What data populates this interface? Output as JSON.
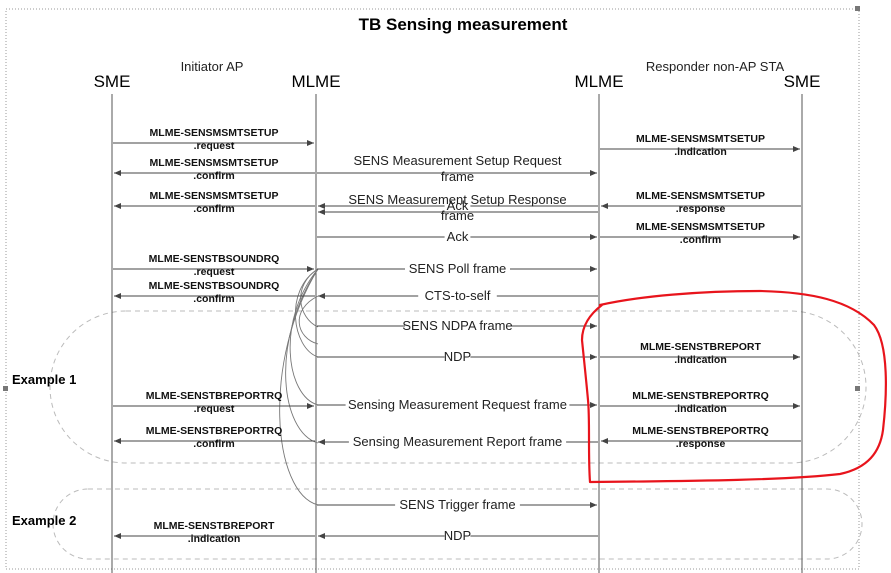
{
  "title": "TB Sensing measurement",
  "groups": {
    "initiator": "Initiator AP",
    "responder": "Responder non-AP STA"
  },
  "entities": [
    "SME",
    "MLME",
    "MLME",
    "SME"
  ],
  "examples": [
    "Example 1",
    "Example 2"
  ],
  "messages": [
    {
      "from": 0,
      "to": 1,
      "lines": [
        "MLME-SENSMSMTSETUP",
        ".request"
      ]
    },
    {
      "from": 1,
      "to": 2,
      "lines": [
        "SENS Measurement Setup Request",
        "frame"
      ]
    },
    {
      "from": 2,
      "to": 3,
      "lines": [
        "MLME-SENSMSMTSETUP",
        ".indication"
      ]
    },
    {
      "from": 1,
      "to": 0,
      "lines": [
        "MLME-SENSMSMTSETUP",
        ".confirm"
      ]
    },
    {
      "from": 2,
      "to": 1,
      "lines": [
        "Ack"
      ]
    },
    {
      "from": 1,
      "to": 0,
      "lines": [
        "MLME-SENSMSMTSETUP",
        ".confirm"
      ]
    },
    {
      "from": 2,
      "to": 1,
      "lines": [
        "SENS Measurement Setup Response",
        "frame"
      ]
    },
    {
      "from": 3,
      "to": 2,
      "lines": [
        "MLME-SENSMSMTSETUP",
        ".response"
      ]
    },
    {
      "from": 1,
      "to": 2,
      "lines": [
        "Ack"
      ]
    },
    {
      "from": 2,
      "to": 3,
      "lines": [
        "MLME-SENSMSMTSETUP",
        ".confirm"
      ]
    },
    {
      "from": 0,
      "to": 1,
      "lines": [
        "MLME-SENSTBSOUNDRQ",
        ".request"
      ]
    },
    {
      "from": 1,
      "to": 2,
      "lines": [
        "SENS Poll frame"
      ]
    },
    {
      "from": 1,
      "to": 0,
      "lines": [
        "MLME-SENSTBSOUNDRQ",
        ".confirm"
      ]
    },
    {
      "from": 2,
      "to": 1,
      "lines": [
        "CTS-to-self"
      ]
    },
    {
      "from": 1,
      "to": 2,
      "lines": [
        "SENS NDPA frame"
      ]
    },
    {
      "from": 1,
      "to": 2,
      "lines": [
        "NDP"
      ]
    },
    {
      "from": 2,
      "to": 3,
      "lines": [
        "MLME-SENSTBREPORT",
        ".indication"
      ]
    },
    {
      "from": 0,
      "to": 1,
      "lines": [
        "MLME-SENSTBREPORTRQ",
        ".request"
      ]
    },
    {
      "from": 1,
      "to": 2,
      "lines": [
        "Sensing Measurement Request frame"
      ]
    },
    {
      "from": 2,
      "to": 3,
      "lines": [
        "MLME-SENSTBREPORTRQ",
        ".indication"
      ]
    },
    {
      "from": 1,
      "to": 0,
      "lines": [
        "MLME-SENSTBREPORTRQ",
        ".confirm"
      ]
    },
    {
      "from": 2,
      "to": 1,
      "lines": [
        "Sensing Measurement Report frame"
      ]
    },
    {
      "from": 3,
      "to": 2,
      "lines": [
        "MLME-SENSTBREPORTRQ",
        ".response"
      ]
    },
    {
      "from": 1,
      "to": 2,
      "lines": [
        "SENS Trigger frame"
      ]
    },
    {
      "from": 1,
      "to": 0,
      "lines": [
        "MLME-SENSTBREPORT",
        ".indication"
      ]
    },
    {
      "from": 2,
      "to": 1,
      "lines": [
        "NDP"
      ]
    }
  ],
  "colors": {
    "highlight": "#e8141c"
  }
}
